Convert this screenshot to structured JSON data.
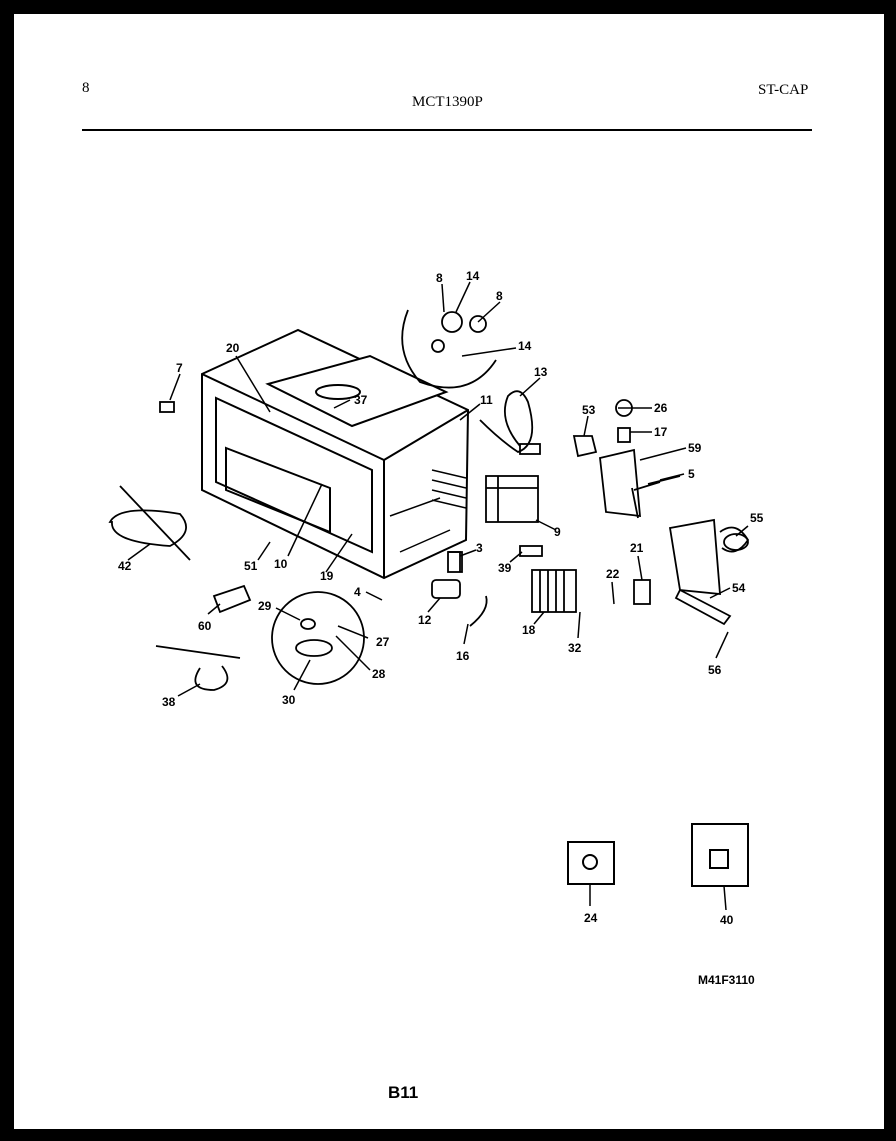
{
  "header": {
    "page_number": "8",
    "model": "MCT1390P",
    "section_code": "ST-CAP"
  },
  "diagram": {
    "drawing_number": "M41F3110",
    "page_code": "B11",
    "callouts": [
      "8",
      "14",
      "8",
      "14",
      "13",
      "7",
      "20",
      "37",
      "11",
      "53",
      "26",
      "17",
      "59",
      "5",
      "9",
      "55",
      "21",
      "54",
      "22",
      "56",
      "42",
      "51",
      "10",
      "19",
      "3",
      "39",
      "4",
      "12",
      "16",
      "18",
      "32",
      "60",
      "29",
      "27",
      "28",
      "30",
      "38",
      "24",
      "40"
    ],
    "inset_parts": [
      "24",
      "40"
    ]
  }
}
